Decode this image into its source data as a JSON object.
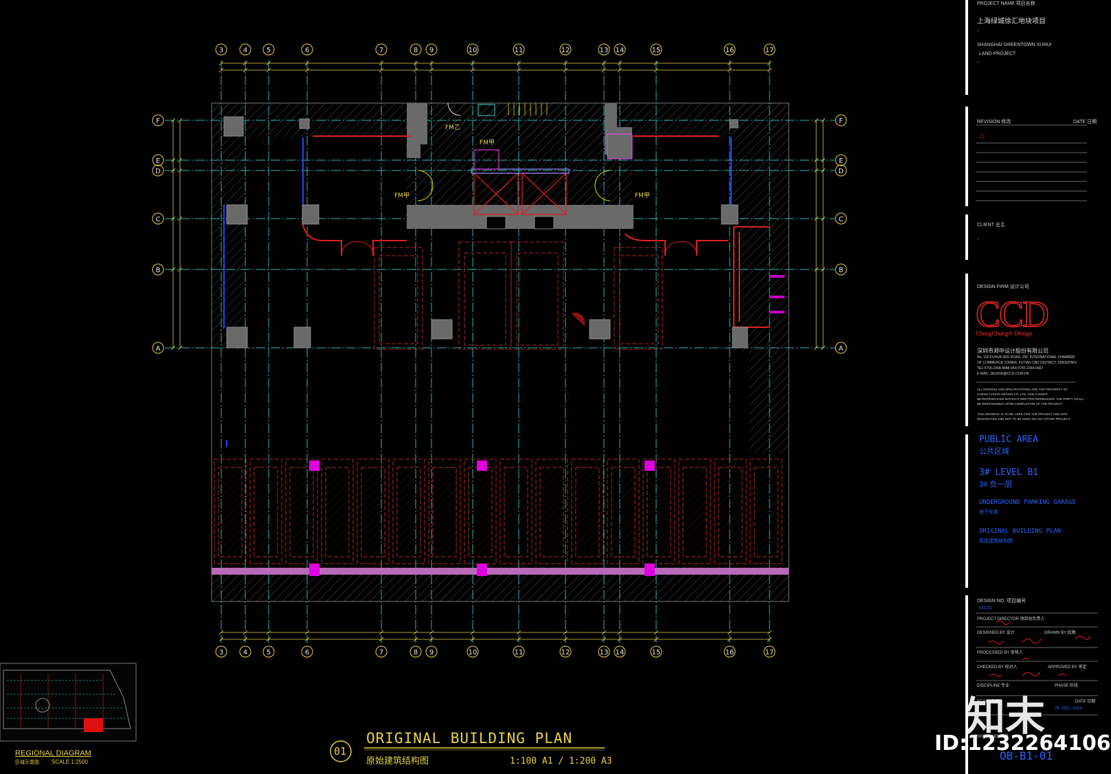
{
  "drawing": {
    "col_grid_labels": [
      "3",
      "4",
      "5",
      "6",
      "7",
      "8",
      "9",
      "10",
      "11",
      "12",
      "13",
      "14",
      "15",
      "16",
      "17"
    ],
    "row_grid_labels": [
      "F",
      "E",
      "D",
      "C",
      "B",
      "A"
    ],
    "labels": {
      "fm1": "FM乙",
      "fm2": "FM甲",
      "fm3": "FM甲",
      "fm4": "FM甲"
    },
    "colors": {
      "grid": "#2fb6b6",
      "wall": "#6a6a6a",
      "red": "#e02020",
      "magenta": "#ff00ff",
      "yellow": "#e8d24a",
      "blue": "#2244ff"
    }
  },
  "title_block": {
    "project_name_label": "PROJECT NAME 项目名称",
    "project_cn": "上海绿城徐汇地块项目",
    "dash1": "-",
    "project_en1": "SHANGHAI GREENTOWN XUHUI",
    "project_en2": "LAND PROJECT",
    "dash2": "-",
    "revision_label": "REVISION 修改",
    "date_label": "DATE 日期",
    "client_label": "CLIENT 业主",
    "client_value": "-",
    "design_firm_label": "DESIGN FIRM 设计公司",
    "firm_logo": "CCD",
    "firm_logo_sub": "ChengChung® Design",
    "firm_cn": "深圳市郑中设计股份有限公司",
    "firm_addr1": "No. 100 FUHUA 3RD ROAD, 25F, INTERNATIONAL CHAMBER",
    "firm_addr2": "OF COMMERCE TOWER, FUTIAN CBD DISTRICT, SHENZHEN",
    "firm_tel": "TEL:0755-2368-4888        FAX:0755-2364-6667",
    "firm_email": "E-MAIL: DESIGN@CCD.COM.HK",
    "note1": "ALL DESIGNS AND SPECIFICATIONS ARE THE PROPERTY OF",
    "note2": "CHENG CHUNG DESIGN CO.,LTD. AND CANNOT",
    "note3": "BE REPRODUCED WITHOUT WRITTEN PERMISSION. THE PARTY SHALL",
    "note4": "BE RESPONSIBLE UPON COMPLETION OF THE PROJECT.",
    "note5": "THIS DRAWING IS TO BE USED FOR THE PROJECT AND SITE",
    "note6": "DESIGNATED AND NOT TO BE USED ON ANY OTHER PROJECT.",
    "area_en": "PUBLIC AREA",
    "area_cn": "公共区域",
    "level_en": "3#  LEVEL  B1",
    "level_cn": "3#  负一层",
    "zone_en": "UNDERGROUND  PARKING  GARAGE",
    "zone_cn": "地下车库",
    "plan_en": "ORIGINAL  BUILDING  PLAN",
    "plan_cn": "原始建筑结构图",
    "design_no_label": "DESIGN NO.  项目编号",
    "design_no_value": "021-01",
    "project_director_label": "PROJECT DIRECTOR  项目总负责人",
    "designed_by_label": "DESIGNED BY 设计",
    "drawn_by_label": "DRAWN BY 绘图",
    "processed_by_label": "PROCESSED BY 审核人",
    "checked_by_label": "CHECKED BY 校对人",
    "approved_by_label": "APPROVED BY 审定",
    "discipline_label": "DISCIPLINE  专业",
    "phase_label": "PHASE  阶段",
    "scale_label": "SCALE  比例",
    "date2_label": "DATE  日期",
    "date_value": "25. DEC. 2024",
    "sheet_no_label": "SHEET NO.  图号",
    "sheet_no_value": "OB-B1-01"
  },
  "main_title": {
    "number": "01",
    "en": "ORIGINAL BUILDING PLAN",
    "cn": "原始建筑结构图",
    "scale": "1:100  A1 / 1:200  A3"
  },
  "regional": {
    "title": "REGIONAL DIAGRAM",
    "cn": "区域示意图",
    "scale": "SCALE 1:2500"
  },
  "watermark": {
    "logo_text": "知末",
    "id_text": "ID:1232264106"
  }
}
